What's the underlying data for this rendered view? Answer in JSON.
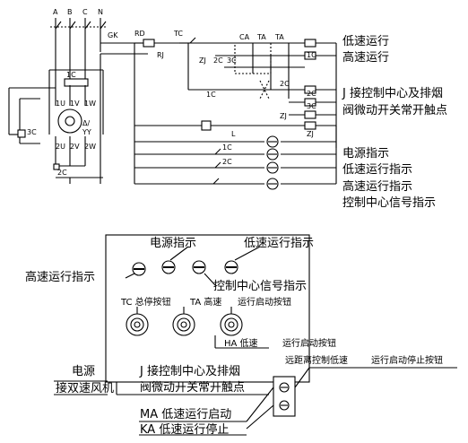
{
  "schematic": {
    "phases": [
      "A",
      "B",
      "C",
      "N"
    ],
    "switch_labels": {
      "main_breaker": "GK",
      "fuse": "RD",
      "stop_button": "TC",
      "thermal_relay": "RJ",
      "contacts_upper": [
        "ZJ",
        "2C",
        "3C"
      ],
      "contacts_top": [
        "CA",
        "TA",
        "TA"
      ],
      "coil_1c": "1C",
      "coil_2c": "2C",
      "coil_3c": "3C",
      "coil_zj": "ZJ",
      "contact_zj": "ZJ",
      "aux_1c": "1C",
      "aux_1c_lamp": "1C",
      "aux_2c_lamp": "2C",
      "relay_l": "L"
    },
    "motor": {
      "upper_terminals": [
        "1U",
        "1V",
        "1W"
      ],
      "lower_terminals": [
        "2U",
        "2V",
        "2W"
      ],
      "winding": "Δ/",
      "winding2": "YY",
      "contactor_top": "1C",
      "contactor_left": "3C",
      "contactor_bottom": "2C"
    },
    "row_labels": [
      "低速运行",
      "高速运行",
      "J 接控制中心及排烟",
      "阀微动开关常开触点",
      "电源指示",
      "低速运行指示",
      "高速运行指示",
      "控制中心信号指示"
    ]
  },
  "panel": {
    "left_label": "高速运行指示",
    "top_labels": [
      "电源指示",
      "低速运行指示"
    ],
    "signal_label": "控制中心信号指示",
    "buttons_row": [
      "TC 总停按钮",
      "TA 高速",
      "运行启动按钮"
    ],
    "ha_label": "HA 低速",
    "ha_label2": "运行启动按钮",
    "remote_label": "远距离控制低速",
    "remote_label2": "运行启动停止按钮",
    "power_label": "电源",
    "power_label2": "接双速风机",
    "j_label": "J 接控制中心及排烟",
    "j_label2": "阀微动开关常开触点",
    "ma_label": "MA 低速运行启动",
    "ka_label": "KA 低速运行停止"
  }
}
